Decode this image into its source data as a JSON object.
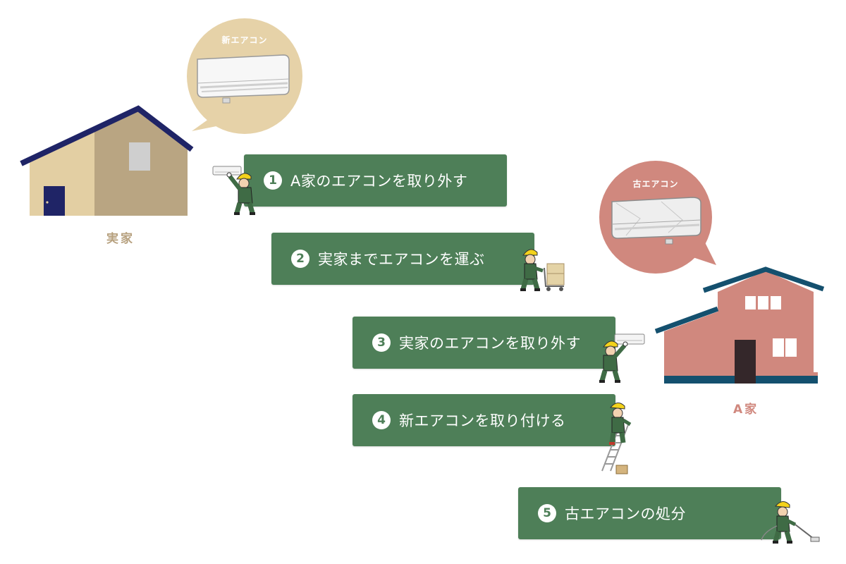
{
  "houses": {
    "parents": {
      "label": "実家",
      "color": "#b7a17f"
    },
    "a_house": {
      "label": "A家",
      "color": "#d0887e"
    }
  },
  "bubbles": {
    "new_ac": {
      "label": "新エアコン",
      "color": "#e6d2a8"
    },
    "old_ac": {
      "label": "古エアコン",
      "color": "#d0887e"
    }
  },
  "steps": [
    {
      "number": "1",
      "text": "A家のエアコンを取り外す"
    },
    {
      "number": "2",
      "text": "実家までエアコンを運ぶ"
    },
    {
      "number": "3",
      "text": "実家のエアコンを取り外す"
    },
    {
      "number": "4",
      "text": "新エアコンを取り付ける"
    },
    {
      "number": "5",
      "text": "古エアコンの処分"
    }
  ],
  "colors": {
    "step_bg": "#4e7f58",
    "parents_wall_light": "#e3cfa3",
    "parents_wall_dark": "#b9a582",
    "roof_navy": "#1f2466",
    "a_wall": "#d0887e",
    "a_roof": "#14506e",
    "worker_helmet": "#f3d21b",
    "worker_uniform": "#3f6b45"
  }
}
